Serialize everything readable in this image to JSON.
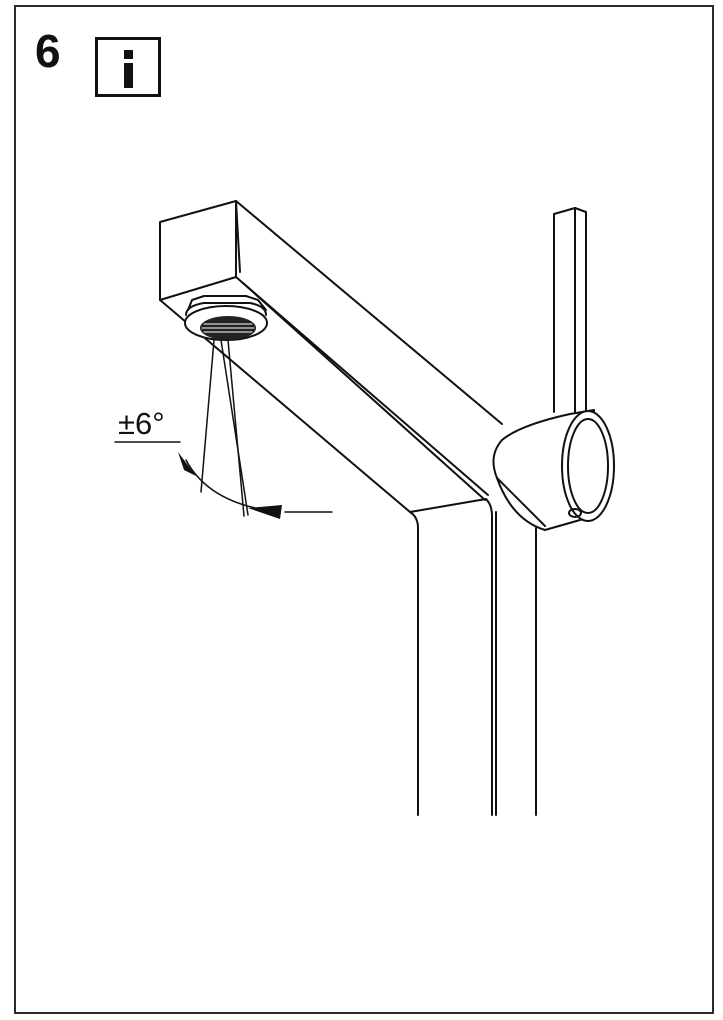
{
  "step": {
    "number": "6"
  },
  "info_box": {
    "icon": "info-icon"
  },
  "illustration": {
    "subject": "faucet-with-swivel-aerator",
    "angle_label": "±6°"
  },
  "colors": {
    "line": "#111111",
    "frame": "#2a2a2a",
    "background": "#ffffff"
  }
}
